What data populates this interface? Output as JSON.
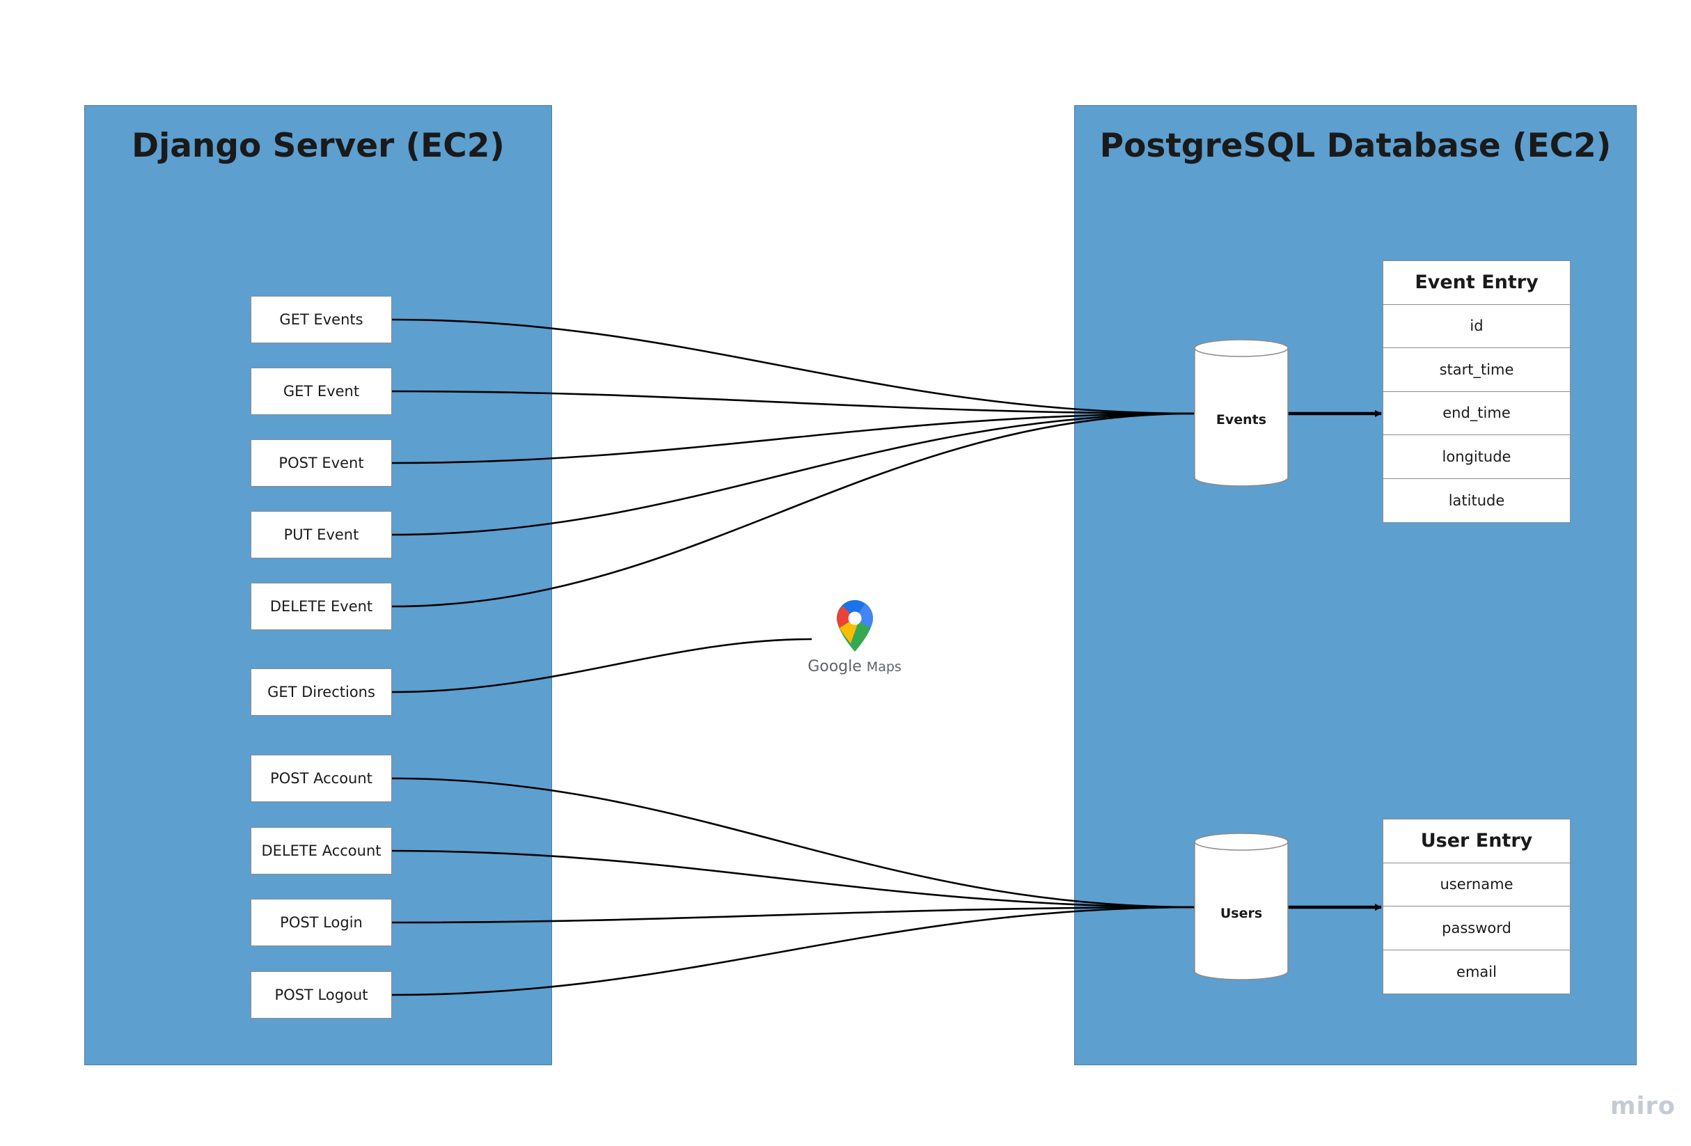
{
  "server": {
    "title": "Django Server (EC2)",
    "endpoints": [
      {
        "label": "GET Events",
        "target": "events"
      },
      {
        "label": "GET Event",
        "target": "events"
      },
      {
        "label": "POST Event",
        "target": "events"
      },
      {
        "label": "PUT Event",
        "target": "events"
      },
      {
        "label": "DELETE Event",
        "target": "events"
      },
      {
        "label": "GET Directions",
        "target": "google-maps"
      },
      {
        "label": "POST Account",
        "target": "users"
      },
      {
        "label": "DELETE Account",
        "target": "users"
      },
      {
        "label": "POST Login",
        "target": "users"
      },
      {
        "label": "POST Logout",
        "target": "users"
      }
    ]
  },
  "database": {
    "title": "PostgreSQL Database (EC2)",
    "tables": [
      {
        "name": "Events",
        "entry_title": "Event Entry",
        "fields": [
          "id",
          "start_time",
          "end_time",
          "longitude",
          "latitude"
        ]
      },
      {
        "name": "Users",
        "entry_title": "User Entry",
        "fields": [
          "username",
          "password",
          "email"
        ]
      }
    ]
  },
  "external_service": {
    "name_part1": "Google",
    "name_part2": "Maps",
    "icon": "map-pin-icon"
  },
  "watermark": "miro",
  "colors": {
    "panel": "#5d9fcf",
    "connector": "#000000"
  }
}
